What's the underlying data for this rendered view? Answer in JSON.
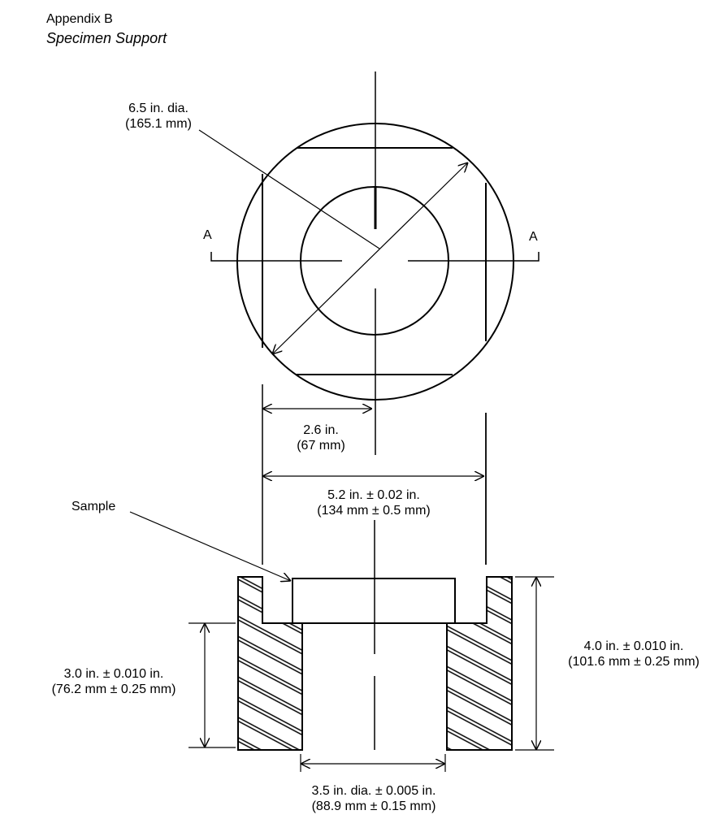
{
  "header": {
    "appendix": "Appendix B",
    "title": "Specimen Support"
  },
  "top_view": {
    "diameter_label": [
      "6.5 in. dia.",
      "(165.1 mm)"
    ],
    "section_marker": "A"
  },
  "dimensions": {
    "half_width": [
      "2.6 in.",
      "(67 mm)"
    ],
    "width": [
      "5.2 in. ± 0.02 in.",
      "(134 mm ± 0.5 mm)"
    ],
    "sample_label": "Sample",
    "inner_height": [
      "3.0 in. ± 0.010 in.",
      "(76.2 mm ± 0.25 mm)"
    ],
    "total_height": [
      "4.0 in. ± 0.010 in.",
      "(101.6 mm ± 0.25 mm)"
    ],
    "bore_diameter": [
      "3.5 in. dia. ± 0.005 in.",
      "(88.9 mm ± 0.15 mm)"
    ]
  }
}
